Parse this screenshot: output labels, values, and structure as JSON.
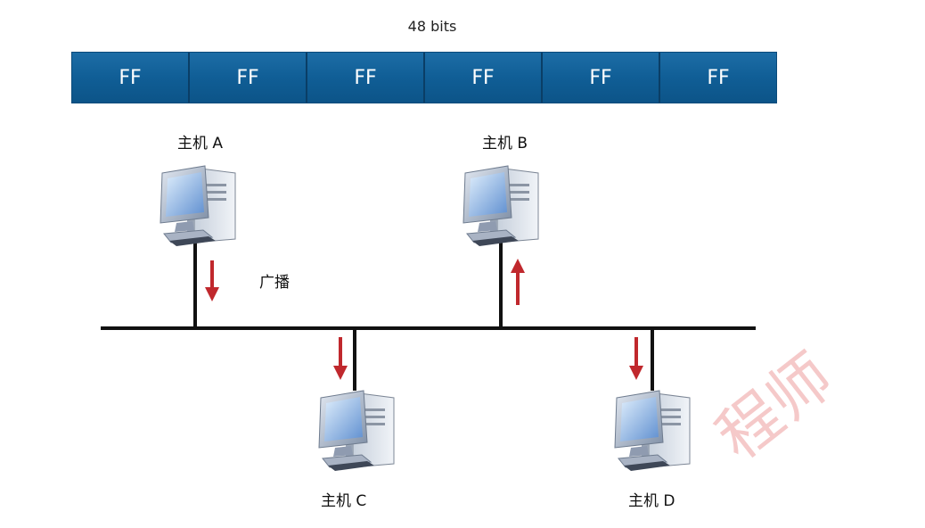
{
  "frame": {
    "width_label": "48 bits",
    "octets": [
      "FF",
      "FF",
      "FF",
      "FF",
      "FF",
      "FF"
    ]
  },
  "hosts": {
    "a": "主机 A",
    "b": "主机 B",
    "c": "主机 C",
    "d": "主机 D"
  },
  "broadcast_label": "广播",
  "watermark": "程师",
  "colors": {
    "octet_fill": "#105e96",
    "arrow": "#c0282d",
    "bus": "#111111"
  }
}
